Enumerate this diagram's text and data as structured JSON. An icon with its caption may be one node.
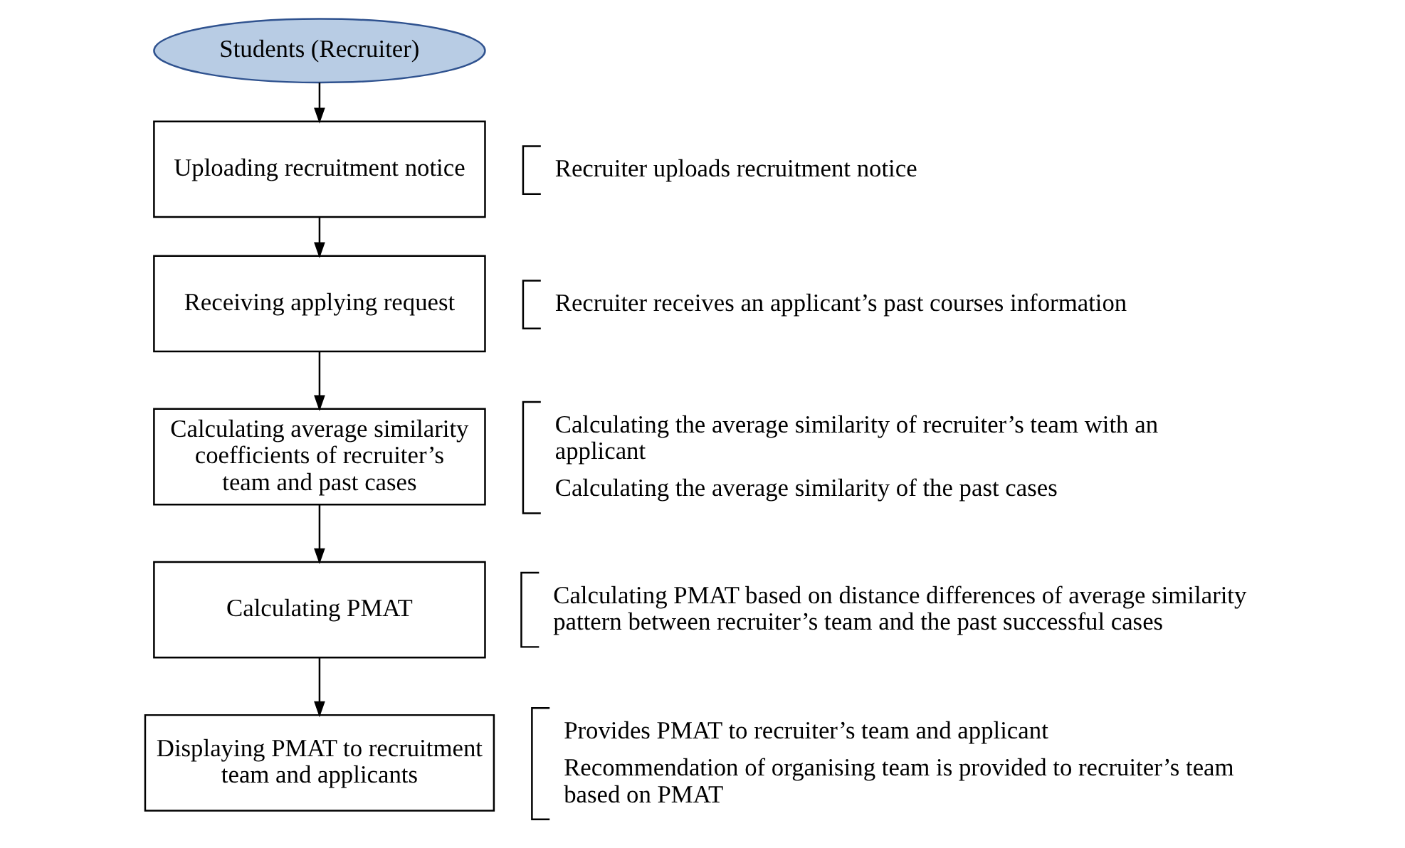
{
  "diagram": {
    "nodes": [
      {
        "text": [
          "Students (Recruiter)"
        ]
      },
      {
        "text": [
          "Uploading recruitment notice"
        ],
        "beside": [
          "Recruiter uploads recruitment notice"
        ]
      },
      {
        "text": [
          "Receiving applying request"
        ],
        "beside": [
          "Recruiter receives an applicant’s past courses information"
        ]
      },
      {
        "text": [
          "Calculating average similarity coefficients of recruiter’s team and past cases"
        ],
        "beside": [
          "Calculating the average similarity of recruiter’s team with an applicant",
          "Calculating the average similarity of the past cases"
        ]
      },
      {
        "text": [
          "Calculating PMAT"
        ],
        "beside": [
          "Calculating PMAT based on distance differences of average similarity pattern between recruiter’s team and the past successful cases"
        ]
      },
      {
        "text": [
          "Displaying PMAT to recruitment team and applicants"
        ],
        "beside": [
          "Provides PMAT to recruiter’s team and applicant",
          "Recommendation of organising team is provided to recruiter’s team based on PMAT"
        ]
      }
    ],
    "edges": [
      {
        "from": 0,
        "to": 1,
        "arrow": "to"
      },
      {
        "from": 1,
        "to": 2,
        "arrow": "to"
      },
      {
        "from": 2,
        "to": 3,
        "arrow": "to"
      },
      {
        "from": 3,
        "to": 4,
        "arrow": "to"
      },
      {
        "from": 4,
        "to": 5,
        "arrow": "to"
      }
    ]
  }
}
